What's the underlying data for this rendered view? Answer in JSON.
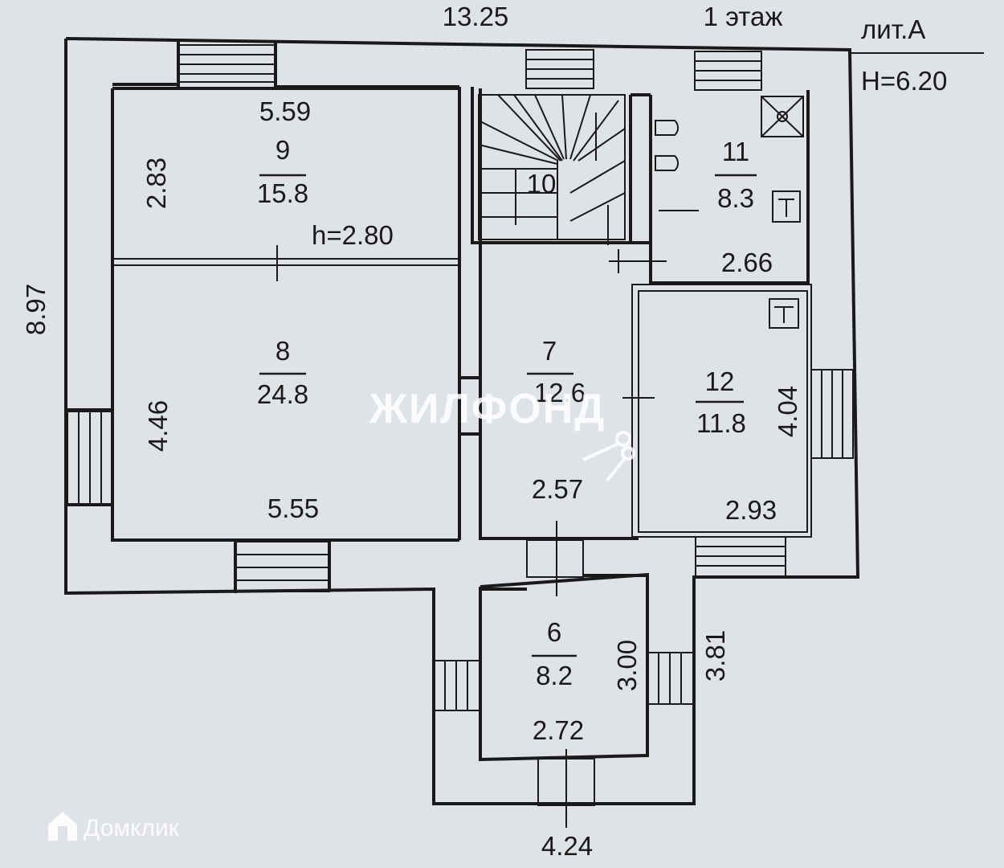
{
  "header": {
    "total_width": "13.25",
    "floor": "1 этаж",
    "liter": "лит.А",
    "height": "Н=6.20"
  },
  "dimensions": {
    "left_total": "8.97",
    "bottom_porch": "4.24",
    "porch_right": "3.81"
  },
  "rooms": {
    "r9": {
      "num": "9",
      "area": "15.8",
      "width": "5.59",
      "depth": "2.83",
      "ceiling": "h=2.80"
    },
    "r8": {
      "num": "8",
      "area": "24.8",
      "width": "5.55",
      "depth": "4.46"
    },
    "r10": {
      "num": "10"
    },
    "r11": {
      "num": "11",
      "area": "8.3",
      "width": "2.66"
    },
    "r7": {
      "num": "7",
      "area": "12.6",
      "width": "2.57"
    },
    "r12": {
      "num": "12",
      "area": "11.8",
      "width": "2.93",
      "depth": "4.04"
    },
    "r6": {
      "num": "6",
      "area": "8.2",
      "width": "2.72",
      "depth": "3.00"
    }
  },
  "watermark": "ЖИЛФОНД",
  "brand": "Домклик"
}
